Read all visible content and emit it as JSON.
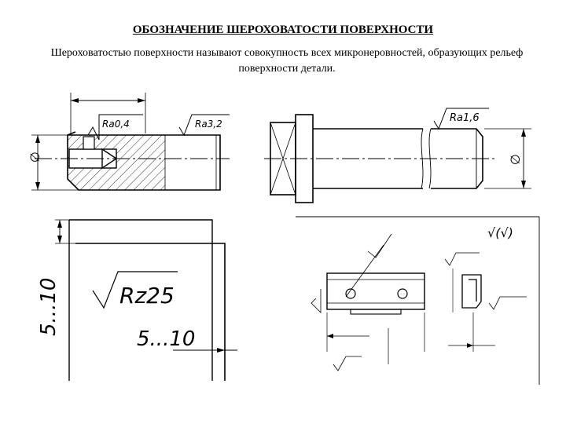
{
  "heading": "ОБОЗНАЧЕНИЕ ШЕРОХОВАТОСТИ ПОВЕРХНОСТИ",
  "intro": "Шероховатостью поверхности называют совокупность всех микронеровностей, образующих рельеф поверхности детали.",
  "fig1": {
    "mark_hole": "Ra0,4",
    "mark_surface": "Ra3,2",
    "diameter": "∅"
  },
  "fig2": {
    "mark": "Ra1,6",
    "diameter": "∅"
  },
  "fig3": {
    "mark": "Rz25",
    "dim_vertical": "5...10",
    "dim_horizontal": "5...10"
  },
  "fig4": {
    "corner_mark": "√(√)"
  }
}
